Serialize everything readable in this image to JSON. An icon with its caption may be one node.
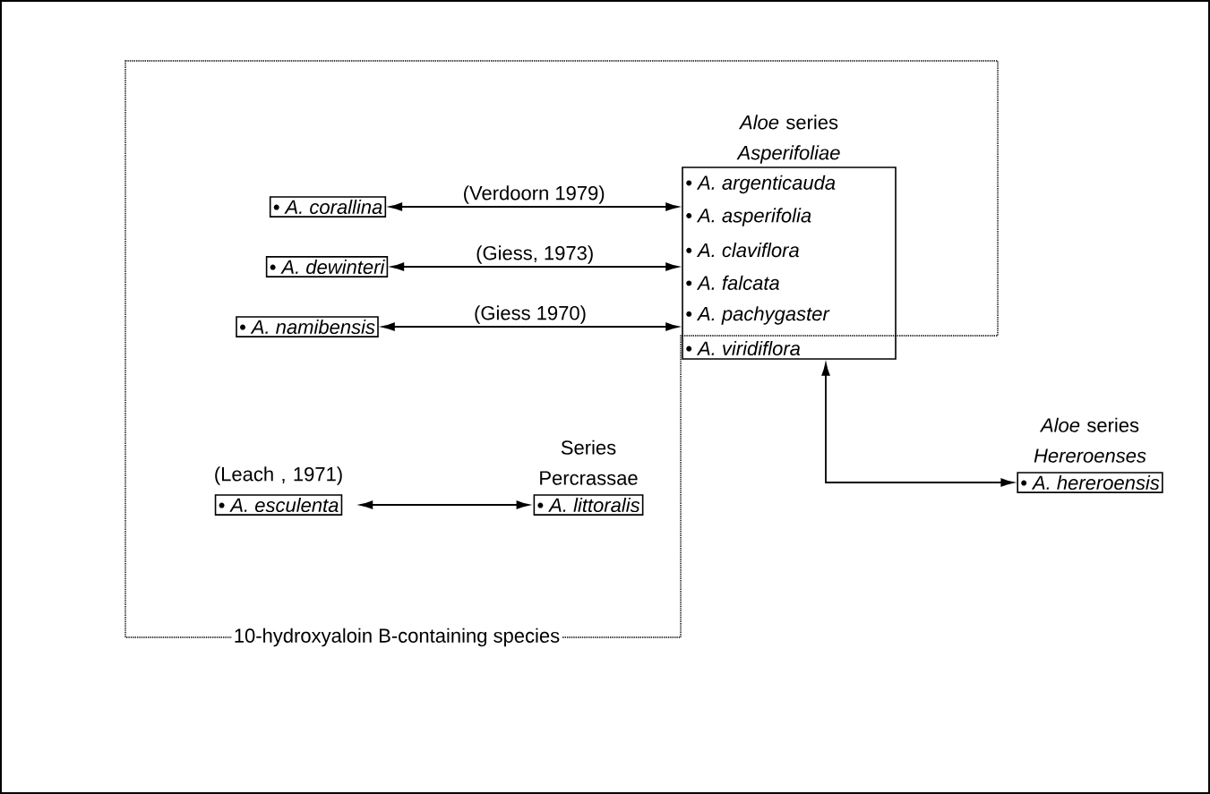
{
  "diagram": {
    "nodes": [
      {
        "text": [
          "10-hydroxyaloin B-containing species"
        ]
      },
      {
        "text": [
          "• A. corallina"
        ],
        "in": 0
      },
      {
        "text": [
          "• A. dewinteri"
        ],
        "in": 0
      },
      {
        "text": [
          "• A. namibensis"
        ],
        "in": 0
      },
      {
        "text": [
          "*Aloe* series *Asperifoliae*",
          "• A. argenticauda",
          "• A. asperifolia",
          "• A. claviflora",
          "• A. falcata",
          "• A. pachygaster",
          "• A. viridiflora"
        ],
        "in": 0
      },
      {
        "text": [
          "(Leach , 1971)",
          "• A. esculenta"
        ],
        "in": 0
      },
      {
        "text": [
          "Series Percrassae",
          "• A. littoralis"
        ],
        "in": 0
      },
      {
        "text": [
          "*Aloe* series *Hereroenses*",
          "• A. hereroensis"
        ]
      }
    ],
    "edges": [
      {
        "from": 1,
        "to": 4,
        "arrow": "both",
        "label": "(Verdoorn 1979)"
      },
      {
        "from": 2,
        "to": 4,
        "arrow": "both",
        "label": "(Giess, 1973)"
      },
      {
        "from": 3,
        "to": 4,
        "arrow": "both",
        "label": "(Giess  1970)"
      },
      {
        "from": 5,
        "to": 6,
        "arrow": "both"
      },
      {
        "from": 4,
        "to": 7,
        "arrow": "both"
      }
    ]
  }
}
